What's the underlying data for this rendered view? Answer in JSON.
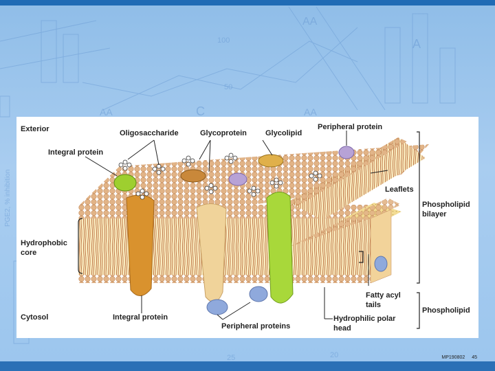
{
  "slide": {
    "footer_code": "MP190802",
    "page_number": "45"
  },
  "background_marks": {
    "large_AA_top": "AA",
    "large_A": "A",
    "large_AA_mid1": "AA",
    "large_C": "C",
    "large_AA_mid2": "AA",
    "pge_inhibition": "PGE2, % inhibition",
    "num_100": "100",
    "num_50": "50",
    "num_25": "25",
    "num_20": "20"
  },
  "diagram": {
    "labels": {
      "exterior": "Exterior",
      "oligosaccharide": "Oligosaccharide",
      "glycoprotein": "Glycoprotein",
      "glycolipid": "Glycolipid",
      "peripheral_protein_top": "Peripheral protein",
      "integral_protein_top": "Integral protein",
      "leaflets": "Leaflets",
      "phospholipid_bilayer_1": "Phospholipid",
      "phospholipid_bilayer_2": "bilayer",
      "hydrophobic_core_1": "Hydrophobic",
      "hydrophobic_core_2": "core",
      "fatty_acyl_tails_1": "Fatty acyl",
      "fatty_acyl_tails_2": "tails",
      "phospholipid": "Phospholipid",
      "cytosol": "Cytosol",
      "integral_protein_bottom": "Integral protein",
      "peripheral_proteins": "Peripheral proteins",
      "hydrophilic_polar_head_1": "Hydrophilic polar",
      "hydrophilic_polar_head_2": "head"
    }
  },
  "colors": {
    "header_bar": "#1f6bb5",
    "background": "#9cc6ee",
    "lipid_head": "#e2b487",
    "lipid_tail": "#b86a3a",
    "integral_protein_orange": "#d9922e",
    "integral_protein_cream": "#f0d39a",
    "integral_protein_green": "#a8d83a",
    "peripheral_protein_purple": "#b7a2d6",
    "peripheral_protein_blue": "#8fa9dc"
  }
}
